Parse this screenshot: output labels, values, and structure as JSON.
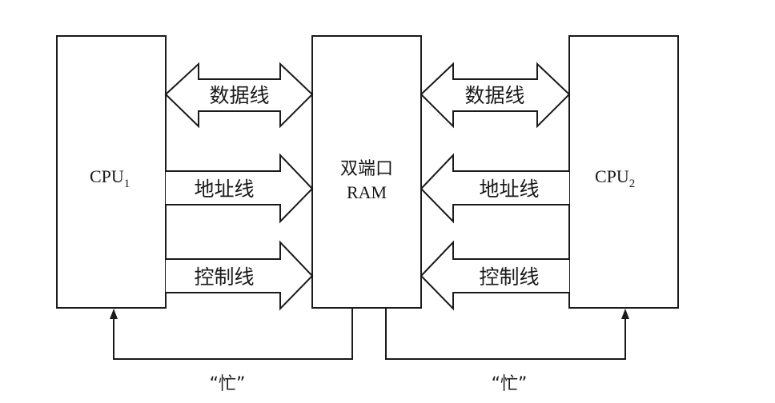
{
  "blocks": {
    "cpu1": {
      "label": "CPU",
      "subscript": "1"
    },
    "ram": {
      "line1": "双端口",
      "line2": "RAM"
    },
    "cpu2": {
      "label": "CPU",
      "subscript": "2"
    }
  },
  "buses": {
    "left": {
      "data": "数据线",
      "address": "地址线",
      "control": "控制线"
    },
    "right": {
      "data": "数据线",
      "address": "地址线",
      "control": "控制线"
    }
  },
  "busy_signals": {
    "left": "“忙”",
    "right": "“忙”"
  }
}
